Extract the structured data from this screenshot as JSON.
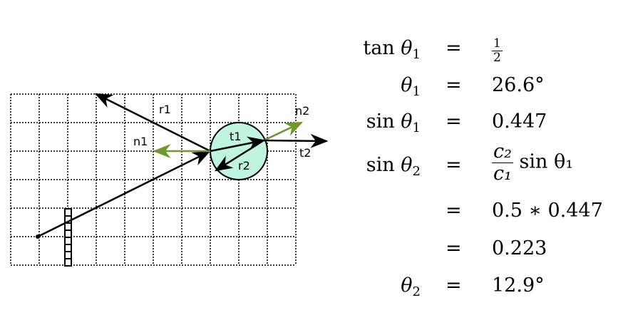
{
  "diagram": {
    "labels": {
      "r1": "r1",
      "n1": "n1",
      "t1": "t1",
      "r2": "r2",
      "n2": "n2",
      "t2": "t2"
    },
    "colors": {
      "normal": "#6a9a2e",
      "sphere": "#bff5e0",
      "ray": "#000000"
    }
  },
  "equations": [
    {
      "lhs_fn": "tan",
      "lhs_var": "θ",
      "lhs_sub": "1",
      "eq": "=",
      "rhs_num": "1",
      "rhs_den": "2"
    },
    {
      "lhs_var": "θ",
      "lhs_sub": "1",
      "eq": "=",
      "rhs": "26.6°"
    },
    {
      "lhs_fn": "sin",
      "lhs_var": "θ",
      "lhs_sub": "1",
      "eq": "=",
      "rhs": "0.447"
    },
    {
      "lhs_fn": "sin",
      "lhs_var": "θ",
      "lhs_sub": "2",
      "eq": "=",
      "rhs_num": "c₂",
      "rhs_den": "c₁",
      "rhs_tail": "sin θ₁"
    },
    {
      "eq": "=",
      "rhs": "0.5 ∗ 0.447"
    },
    {
      "eq": "=",
      "rhs": "0.223"
    },
    {
      "lhs_var": "θ",
      "lhs_sub": "2",
      "eq": "=",
      "rhs": "12.9°"
    }
  ]
}
